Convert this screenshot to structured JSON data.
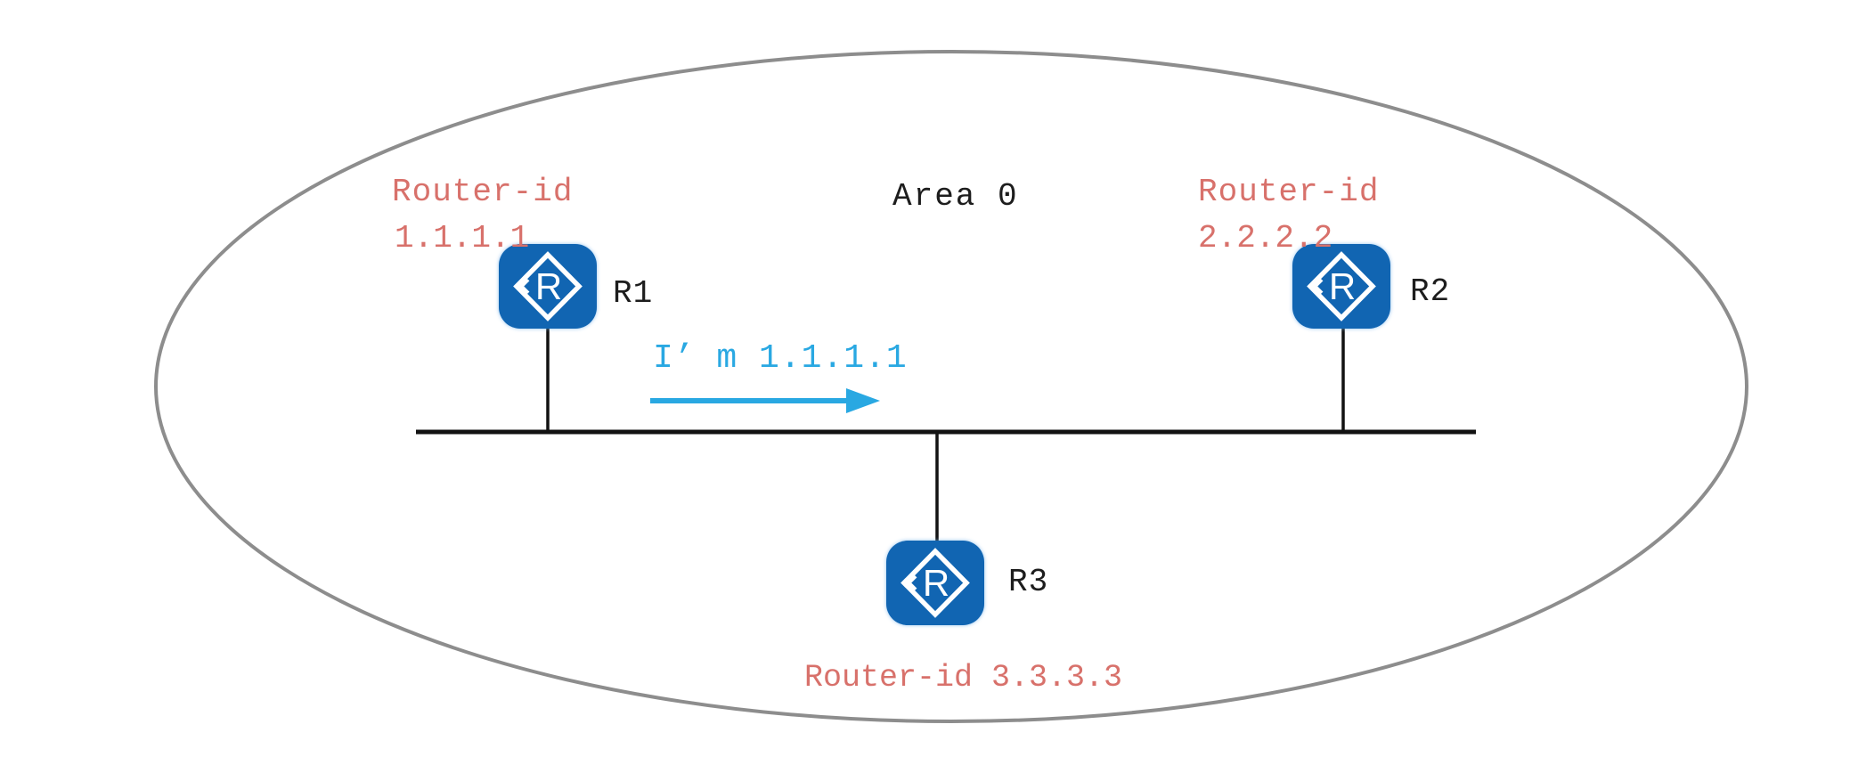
{
  "area": {
    "label": "Area 0"
  },
  "routers": [
    {
      "name": "R1",
      "id_label": "Router-id",
      "id_value": "1.1.1.1"
    },
    {
      "name": "R2",
      "id_label": "Router-id",
      "id_value": "2.2.2.2"
    },
    {
      "name": "R3",
      "caption": "Router-id 3.3.3.3"
    }
  ],
  "annotation": {
    "text": "I’ m 1.1.1.1",
    "direction": "right"
  },
  "icons": {
    "router_glyph": "R"
  },
  "colors": {
    "router_blue": "#1165b2",
    "router_id_red": "#d8716b",
    "annotation_blue": "#29a8e2",
    "ellipse_gray": "#8d8d8d",
    "line_black": "#121212"
  }
}
